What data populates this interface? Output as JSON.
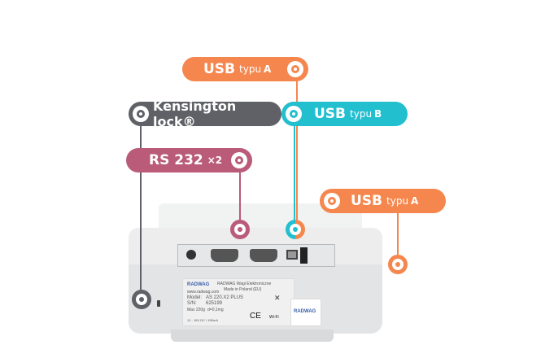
{
  "colors": {
    "usb_a": "#f5874e",
    "usb_b": "#22bfcf",
    "kensington": "#5f6166",
    "rs232": "#b95b79"
  },
  "callouts": {
    "usb_a_top": {
      "main": "USB",
      "type": "typu",
      "suffix": "A"
    },
    "kensington": {
      "main": "Kensington lock®"
    },
    "usb_b": {
      "main": "USB",
      "type": "typu",
      "suffix": "B"
    },
    "rs232": {
      "main": "RS 232",
      "type": "×2"
    },
    "usb_a_right": {
      "main": "USB",
      "type": "typu",
      "suffix": "A"
    }
  },
  "device_label": {
    "brand": "RADWAG",
    "company": "RADWAG Wagi Elektroniczne",
    "origin": "Made in Poland (EU)",
    "website": "www.radwag.com",
    "model_label": "Model:",
    "model": "AS 220.X2 PLUS",
    "sn_label": "S/N:",
    "sn": "625199",
    "max": "Max 220g",
    "d": "d=0,1mg",
    "power": "12 - 18V DC / 450mA",
    "ce": "CE",
    "wifi": "Wi-Fi"
  }
}
